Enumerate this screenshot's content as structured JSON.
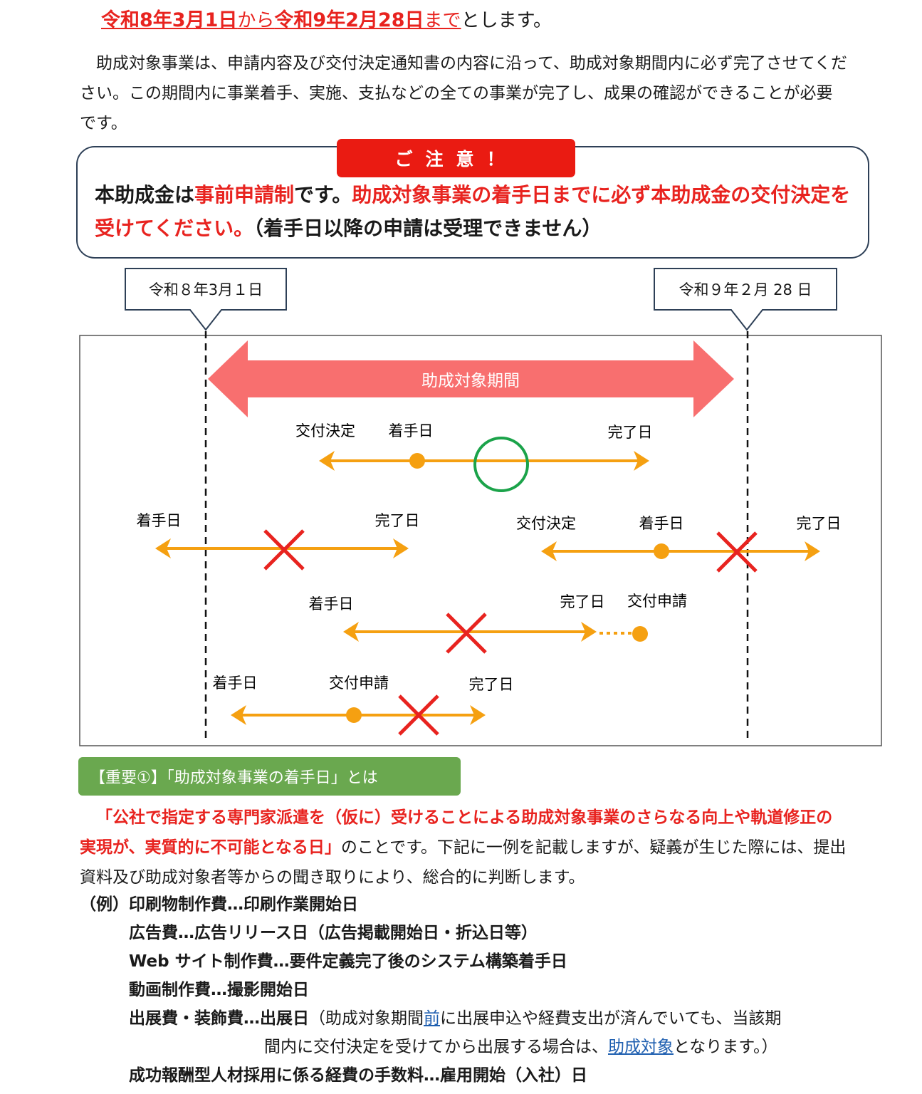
{
  "period": {
    "start": "令和8年3月1日",
    "from": "から",
    "end": "令和9年2月28日",
    "until": "まで",
    "suffix": "とします。"
  },
  "intro": "助成対象事業は、申請内容及び交付決定通知書の内容に沿って、助成対象期間内に必ず完了させてください。この期間内に事業着手、実施、支払などの全ての事業が完了し、成果の確認ができることが必要です。",
  "notice": {
    "tab": "ご注意！",
    "part1": "本助成金は",
    "part2": "事前申請制",
    "part3": "です。",
    "part4": "助成対象事業の着手日までに必ず本助成金の交付決定を受けてください。",
    "part5": "（着手日以降の申請は受理できません）"
  },
  "diagram": {
    "start_date": "令和８年3月１日",
    "end_date": "令和９年２月 28 日",
    "period_label": "助成対象期間",
    "labels": {
      "decision": "交付決定",
      "start": "着手日",
      "finish": "完了日",
      "application": "交付申請"
    },
    "colors": {
      "period_arrow": "#f86f6f",
      "timeline": "#f5a011",
      "ok_mark": "#1ba34a",
      "ng_mark": "#e8231f"
    }
  },
  "important": {
    "badge": "【重要①】「助成対象事業の着手日」とは",
    "definition_red": "「公社で指定する専門家派遣を（仮に）受けることによる助成対象事業のさらなる向上や軌道修正の実現が、実質的に不可能となる日」",
    "definition_rest": "のことです。下記に一例を記載しますが、疑義が生じた際には、提出資料及び助成対象者等からの聞き取りにより、総合的に判断します。"
  },
  "examples": {
    "prefix": "（例）",
    "items": [
      "印刷物制作費…印刷作業開始日",
      "広告費…広告リリース日（広告掲載開始日・折込日等）",
      "Web サイト制作費…要件定義完了後のシステム構築着手日",
      "動画制作費…撮影開始日"
    ],
    "exhibition": {
      "head": "出展費・装飾費…出展日",
      "note_a": "（助成対象期間",
      "note_link": "前",
      "note_b": "に出展申込や経費支出が済んでいても、当該期",
      "note_c": "間内に交付決定を受けてから出展する場合は、",
      "note_link2": "助成対象",
      "note_d": "となります。）"
    },
    "last": "成功報酬型人材採用に係る経費の手数料…雇用開始（入社）日"
  }
}
